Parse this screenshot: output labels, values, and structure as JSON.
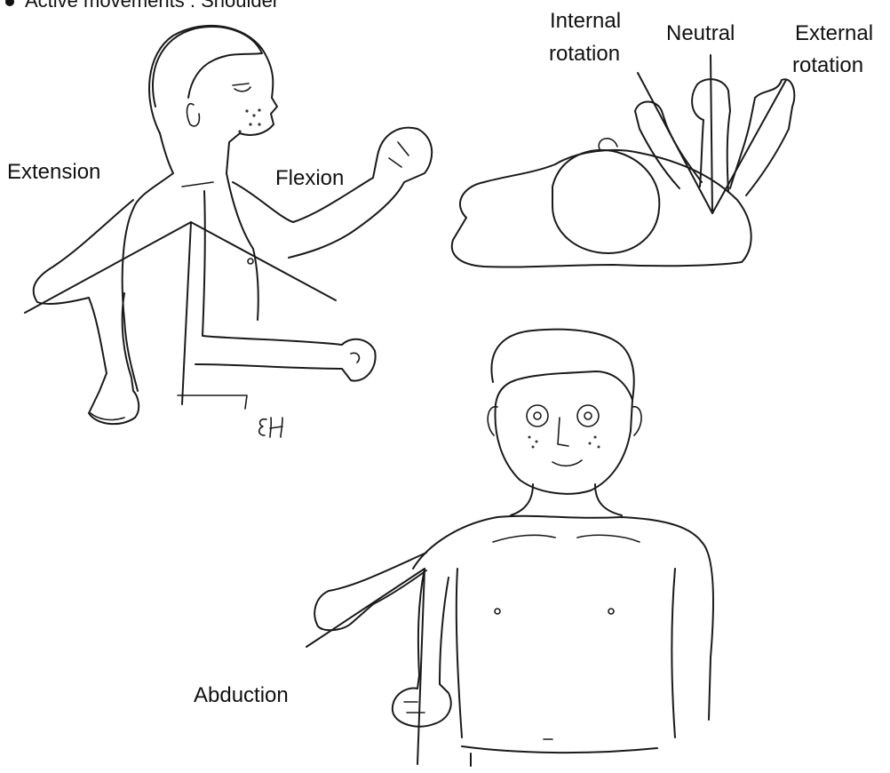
{
  "heading": "Active movements : Shoulder",
  "labels": {
    "extension": "Extension",
    "flexion": "Flexion",
    "internal_rotation_1": "Internal",
    "internal_rotation_2": "rotation",
    "neutral": "Neutral",
    "external_rotation_1": "External",
    "external_rotation_2": "rotation",
    "abduction": "Abduction"
  },
  "signature": "EH"
}
